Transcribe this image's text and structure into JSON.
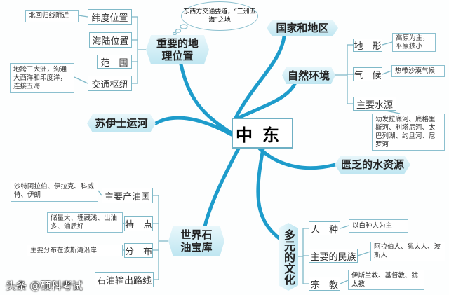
{
  "center": "中东",
  "branches": {
    "location": {
      "title": "重要的地理位置",
      "thought": "东西方交通要道，“三洲五海”之地",
      "items": [
        {
          "label": "纬度位置",
          "note": "北回归线附近"
        },
        {
          "label": "海陆位置"
        },
        {
          "label": "范　围"
        },
        {
          "label": "交通枢纽",
          "note": "地跨三大洲，沟通大西洋和印度洋，连接五海"
        }
      ]
    },
    "countries": {
      "title": "国家和地区"
    },
    "nature": {
      "title": "自然环境",
      "items": [
        {
          "label": "地　形",
          "note": "高原为主，平原狭小"
        },
        {
          "label": "气　候",
          "note": "热带沙漠气候"
        },
        {
          "label": "主要水源",
          "note": "幼发拉底河、底格里斯河、利塔尼河、太巴列湖、约旦河、尼罗河"
        }
      ]
    },
    "suez": {
      "title": "苏伊士运河"
    },
    "water": {
      "title": "匮乏的水资源"
    },
    "oil": {
      "title": "世界石油宝库",
      "items": [
        {
          "label": "主要产油国",
          "note": "沙特阿拉伯、伊拉克、科威特、伊朗"
        },
        {
          "label": "特　点",
          "note": "储量大、埋藏浅、出油多、油质好"
        },
        {
          "label": "分　布",
          "note": "主要分布在波斯湾沿岸"
        },
        {
          "label": "石油输出路线"
        }
      ]
    },
    "culture": {
      "title": "多元的文化",
      "items": [
        {
          "label": "人　种",
          "note": "以白种人为主"
        },
        {
          "label": "主要的民族",
          "note": "阿拉伯人、犹太人、波斯人"
        },
        {
          "label": "宗　教",
          "note": "伊斯兰教、基督教、犹太教"
        }
      ]
    }
  },
  "watermark": "头条 @硕科考试",
  "colors": {
    "branch": "#1e9ccb",
    "border": "#7fb9c8",
    "node_fill": "#c6e9f3"
  }
}
